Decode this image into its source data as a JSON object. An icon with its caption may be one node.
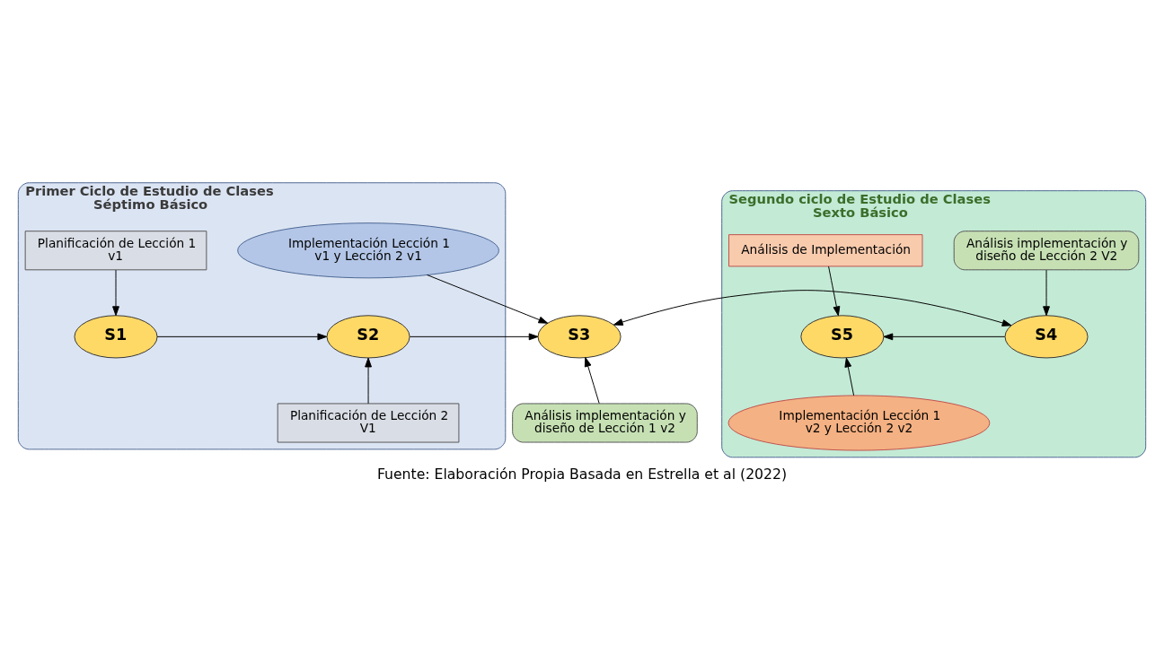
{
  "diagram": {
    "caption": "Fuente: Elaboración Propia Basada en Estrella et al (2022)",
    "nodes": [
      {
        "text": [
          "Primer Ciclo de Estudio de Clases Séptimo Básico"
        ]
      },
      {
        "text": [
          "Segundo ciclo de Estudio de Clases Sexto Básico"
        ]
      },
      {
        "text": [
          "Implementación Lección 1 v1 y Lección 2 v1"
        ],
        "in": 0
      },
      {
        "text": [
          "Planificación de Lección 1 v1"
        ],
        "in": 0
      },
      {
        "text": [
          "Análisis implementación y diseño de Lección 2 V2"
        ],
        "in": 1
      },
      {
        "text": [
          "Análisis de Implementación"
        ],
        "in": 1
      },
      {
        "text": [
          "S1"
        ],
        "in": 0
      },
      {
        "text": [
          "S2"
        ],
        "in": 0
      },
      {
        "text": [
          "S3"
        ]
      },
      {
        "text": [
          "S4"
        ],
        "in": 1
      },
      {
        "text": [
          "S5"
        ],
        "in": 1
      },
      {
        "text": [
          "Planificación de Lección 2 V1"
        ],
        "in": 0
      },
      {
        "text": [
          "Análisis implementación y diseño de Lección 1 v2"
        ]
      },
      {
        "text": [
          "Implementación Lección 1 v2 y Lección 2 v2"
        ],
        "in": 1
      }
    ],
    "edges": [
      {
        "from": 3,
        "to": 6,
        "arrow": "to"
      },
      {
        "from": 6,
        "to": 7,
        "arrow": "to"
      },
      {
        "from": 11,
        "to": 7,
        "arrow": "to"
      },
      {
        "from": 7,
        "to": 8,
        "arrow": "to"
      },
      {
        "from": 2,
        "to": 8,
        "arrow": "to"
      },
      {
        "from": 12,
        "to": 8,
        "arrow": "to"
      },
      {
        "from": 4,
        "to": 9,
        "arrow": "to"
      },
      {
        "from": 5,
        "to": 10,
        "arrow": "to"
      },
      {
        "from": 8,
        "to": 9,
        "arrow": "both"
      },
      {
        "from": 9,
        "to": 10,
        "arrow": "to"
      },
      {
        "from": 13,
        "to": 10,
        "arrow": "to"
      }
    ]
  }
}
